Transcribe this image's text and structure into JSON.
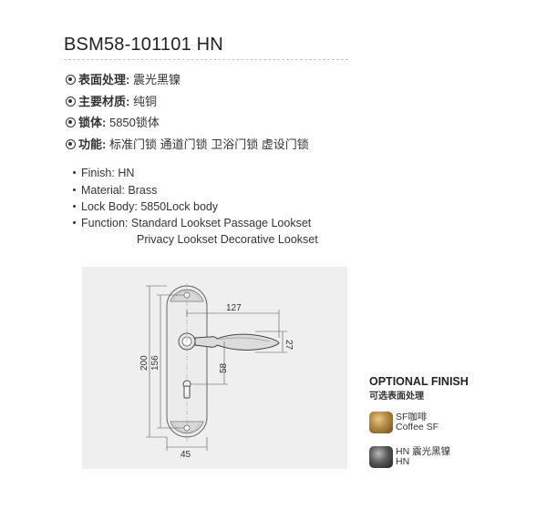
{
  "product": {
    "model": "BSM58-101101 HN"
  },
  "specs_cn": [
    {
      "icon": "finish-icon",
      "label": "表面处理:",
      "value": "震光黑镍"
    },
    {
      "icon": "material-icon",
      "label": "主要材质:",
      "value": "纯铜"
    },
    {
      "icon": "lock-body-icon",
      "label": "锁体:",
      "value": "5850锁体"
    },
    {
      "icon": "function-icon",
      "label": "功能:",
      "value": "标准门锁  通道门锁  卫浴门锁  虚设门锁"
    }
  ],
  "specs_en": [
    {
      "label": "Finish:",
      "value": "HN"
    },
    {
      "label": "Material:",
      "value": "Brass"
    },
    {
      "label": "Lock Body:",
      "value": "5850Lock body"
    },
    {
      "label": "Function:",
      "value": "Standard Lookset  Passage Lookset"
    }
  ],
  "specs_en_cont": "Privacy Lookset  Decorative Lookset",
  "drawing": {
    "dim_127": "127",
    "dim_27": "27",
    "dim_200": "200",
    "dim_156": "156",
    "dim_58": "58",
    "dim_45": "45"
  },
  "optional_finish": {
    "title": "OPTIONAL FINISH",
    "subtitle": "可选表面处理",
    "items": [
      {
        "code_cn": "SF咖啡",
        "name_en": "Coffee SF",
        "color": "#9a7434"
      },
      {
        "code_cn": "HN 震光黑镍",
        "name_en": "HN",
        "color": "#3a3a3a"
      }
    ]
  }
}
